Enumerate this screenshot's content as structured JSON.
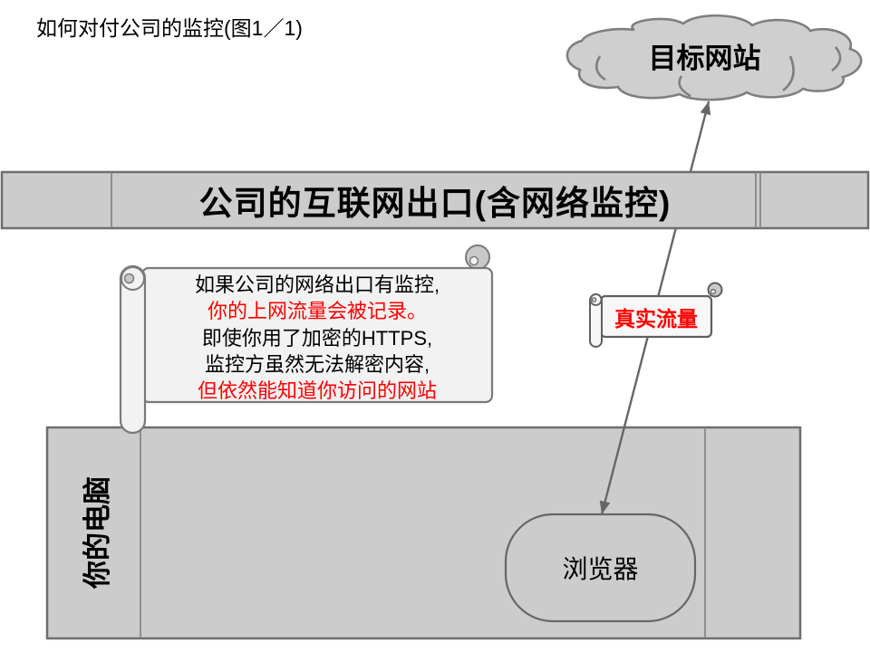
{
  "title": "如何对付公司的监控(图1／1)",
  "cloud": {
    "label": "目标网站"
  },
  "gateway_bar": {
    "label": "公司的互联网出口(含网络监控)"
  },
  "note_scroll": {
    "lines": [
      {
        "text": "如果公司的网络出口有监控,",
        "color": "#000000"
      },
      {
        "text": "你的上网流量会被记录。",
        "color": "#ff0000"
      },
      {
        "text": "即使你用了加密的HTTPS,",
        "color": "#000000"
      },
      {
        "text": "监控方虽然无法解密内容,",
        "color": "#000000"
      },
      {
        "text": "但依然能知道你访问的网站",
        "color": "#ff0000"
      }
    ]
  },
  "traffic_label": {
    "label": "真实流量",
    "color": "#ff0000"
  },
  "computer": {
    "label": "你的电脑"
  },
  "browser": {
    "label": "浏览器"
  },
  "colors": {
    "shape_fill": "#cccccc",
    "shape_border": "#6e6e6e",
    "divider": "#808080",
    "scroll_fill": "#f2f2f2",
    "scroll_border": "#7a7a7a",
    "scroll_curl_fill": "#c9c9c9",
    "arrow": "#666666",
    "accent_red": "#ff0000",
    "text": "#000000"
  }
}
